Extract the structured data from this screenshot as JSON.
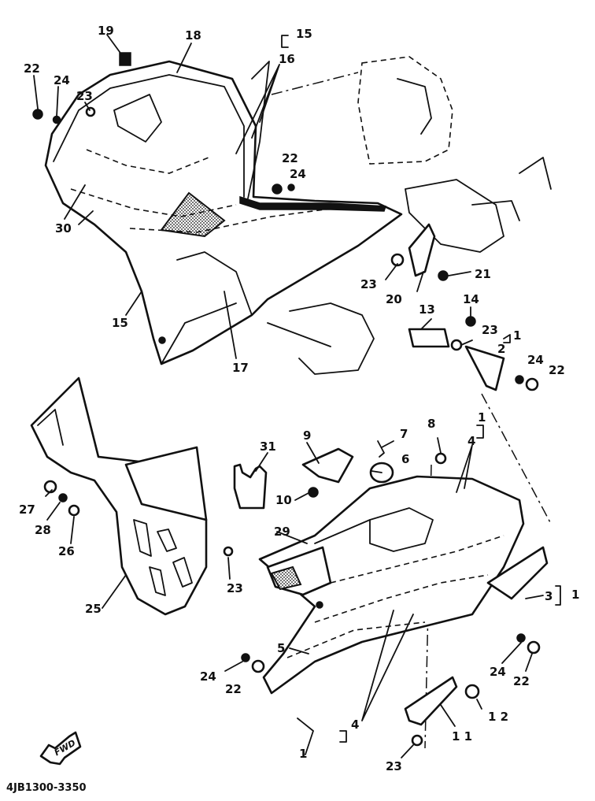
{
  "diagram_code": "4JB1300-3350",
  "fwd_label": "FWD",
  "labels": {
    "l19": "19",
    "l18": "18",
    "l15a": "15",
    "l16": "16",
    "l22a": "22",
    "l24a": "24",
    "l23a": "23",
    "l30": "30",
    "l22b": "22",
    "l24b": "24",
    "l15b": "15",
    "l17": "17",
    "l23b": "23",
    "l20": "20",
    "l21": "21",
    "l14": "14",
    "l13": "13",
    "l23c": "23",
    "l1a": "1",
    "l2": "2",
    "l24c": "24",
    "l22c": "22",
    "l31": "31",
    "l9": "9",
    "l7": "7",
    "l8": "8",
    "l1b": "1",
    "l4a": "4",
    "l6": "6",
    "l10": "10",
    "l27": "27",
    "l28": "28",
    "l26": "26",
    "l29": "29",
    "l23d": "23",
    "l25": "25",
    "l3": "3",
    "l1c": "1",
    "l5": "5",
    "l24d": "24",
    "l22d": "22",
    "l24e": "24",
    "l22e": "22",
    "l12": "1 2",
    "l4b": "4",
    "l11": "1 1",
    "l1d": "1",
    "l23e": "23"
  }
}
